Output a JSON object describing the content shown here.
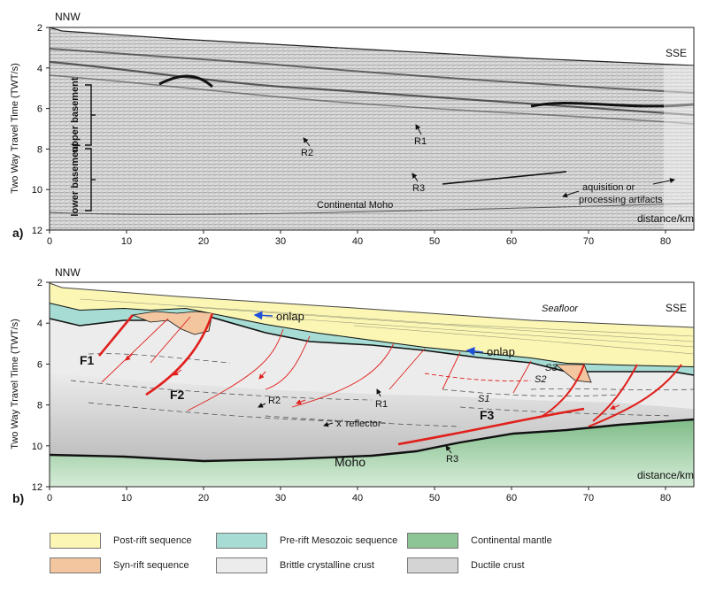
{
  "axes": {
    "ylabel": "Two Way Travel Time (TWT/s)",
    "yticks": [
      "2",
      "4",
      "6",
      "8",
      "10",
      "12"
    ],
    "xticks": [
      "0",
      "10",
      "20",
      "30",
      "40",
      "50",
      "60",
      "70",
      "80"
    ],
    "xunit": "distance/km"
  },
  "panel_a": {
    "label": "a)",
    "nnw": "NNW",
    "sse": "SSE",
    "bracket_upper": "upper basement",
    "bracket_lower": "lower basement",
    "r1": "R1",
    "r2": "R2",
    "r3": "R3",
    "moho": "Continental Moho",
    "artifacts_1": "aquisition or",
    "artifacts_2": "processing artifacts"
  },
  "panel_b": {
    "label": "b)",
    "nnw": "NNW",
    "sse": "SSE",
    "seafloor": "Seafloor",
    "onlap_1": "onlap",
    "onlap_2": "onlap",
    "f1": "F1",
    "f2": "F2",
    "f3": "F3",
    "r1": "R1",
    "r2": "R2",
    "r3": "R3",
    "s1": "S1",
    "s2": "S2",
    "s3": "S3",
    "x_reflector": "'x' reflector",
    "moho": "Moho"
  },
  "legend": [
    {
      "label": "Post-rift sequence",
      "color": "#fbf6b4"
    },
    {
      "label": "Pre-rift Mesozoic sequence",
      "color": "#a6dcd3"
    },
    {
      "label": "Continental mantle",
      "color": "#8ec596"
    },
    {
      "label": "Syn-rift sequence",
      "color": "#f4c6a0"
    },
    {
      "label": "Brittle crystalline crust",
      "color": "#ececec"
    },
    {
      "label": "Ductile crust",
      "color": "#d4d4d4"
    }
  ],
  "colors": {
    "fault": "#e0201c",
    "onlap_arrow": "#1f4fd8"
  }
}
